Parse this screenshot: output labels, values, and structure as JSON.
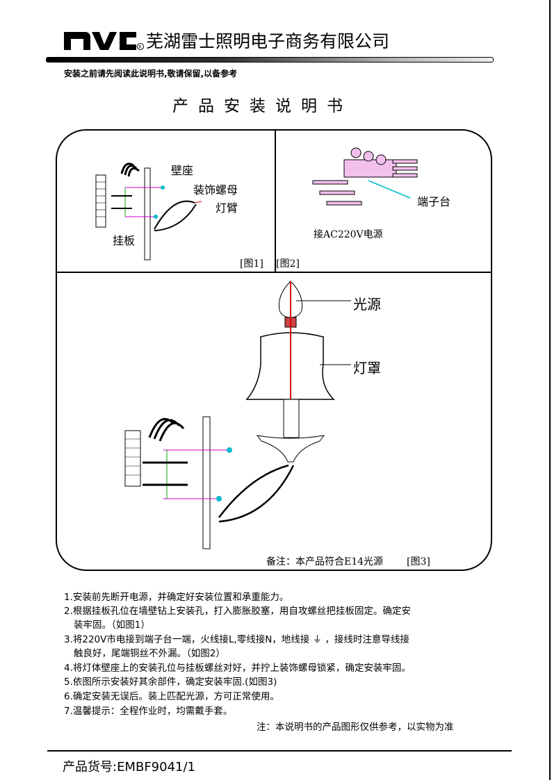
{
  "header": {
    "logo_text": "nvc",
    "company": "芜湖雷士照明电子商务有限公司",
    "notice": "安装之前请先阅读此说明书,敬请保留,以备参考",
    "title": "产品安装说明书"
  },
  "figure1": {
    "labels": {
      "wall_seat": "壁座",
      "decor_nut": "装饰螺母",
      "lamp_arm": "灯臂",
      "mount_plate": "挂板"
    },
    "caption": "[图1]"
  },
  "figure2": {
    "labels": {
      "terminal": "端子台",
      "power": "接AC220V电源"
    },
    "caption": "[图2]"
  },
  "figure3": {
    "labels": {
      "light_source": "光源",
      "shade": "灯罩"
    },
    "note": "备注：本产品符合E14光源",
    "caption": "[图3]"
  },
  "steps": [
    "1.安装前先断开电源，并确定好安装位置和承重能力。",
    "2.根据挂板孔位在墙壁钻上安装孔，打入膨胀胶塞，用自攻螺丝把挂板固定。确定安",
    "装牢固。（如图1）",
    "3.将220V市电接到端子台一端，火线接L,零线接N，地线接 ⏚ ，接线时注意导线接",
    "触良好，尾端铜丝不外漏。（如图2）",
    "4.将灯体壁座上的安装孔位与挂板螺丝对好，并拧上装饰螺母锁紧，确定安装牢固。",
    "5.依图所示安装好其余部件，确定安装牢固.(如图3)",
    "6.确定安装无误后。装上匹配光源，方可正常使用。",
    "7.温馨提示：全程作业时，均需戴手套。"
  ],
  "disclaimer": "注：本说明书的产品图形仅供参考，以实物为准",
  "footer": {
    "model": "产品货号:EMBF9041/1"
  },
  "colors": {
    "wire_magenta": "#cc00cc",
    "wire_green": "#00aa00",
    "axis_red": "#dd0000",
    "cyan": "#00bbcc"
  }
}
